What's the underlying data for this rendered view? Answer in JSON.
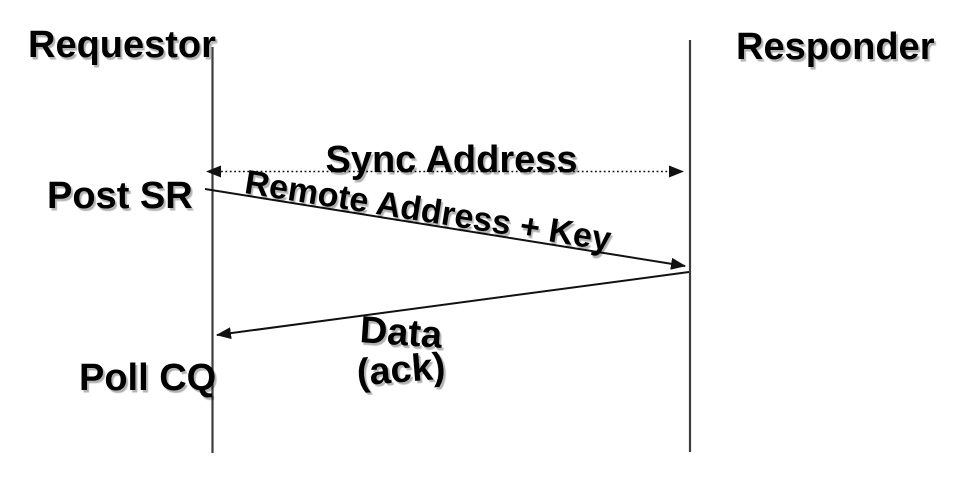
{
  "actors": {
    "requestor": "Requestor",
    "responder": "Responder"
  },
  "steps": {
    "post_sr": "Post SR",
    "poll_cq": "Poll CQ"
  },
  "messages": {
    "sync": {
      "label": "Sync Address",
      "style": "dotted",
      "direction": "bidirectional"
    },
    "remote": {
      "label": "Remote Address + Key",
      "style": "solid",
      "direction": "requestor-to-responder"
    },
    "data": {
      "label": "Data",
      "sublabel": "(ack)",
      "style": "solid",
      "direction": "responder-to-requestor"
    }
  },
  "colors": {
    "arrow": "#111111",
    "lifeline": "#3d3d3d",
    "text": "#000000",
    "background": "#ffffff"
  }
}
